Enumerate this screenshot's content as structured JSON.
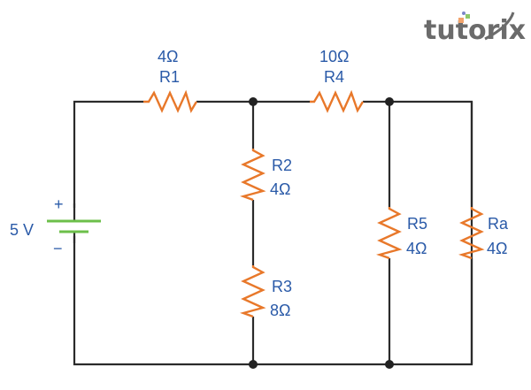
{
  "logo": {
    "text": "tutorix",
    "dot_colors": [
      "#f2a36b",
      "#8fc86a",
      "#7b86c8"
    ]
  },
  "colors": {
    "wire": "#2b2b2b",
    "resistor": "#e8782a",
    "battery": "#6cbf4a",
    "label": "#2a5aa8"
  },
  "source": {
    "label": "5 V",
    "plus": "+",
    "minus": "−"
  },
  "resistors": {
    "R1": {
      "name": "R1",
      "value": "4Ω"
    },
    "R4": {
      "name": "R4",
      "value": "10Ω"
    },
    "R2": {
      "name": "R2",
      "value": "4Ω"
    },
    "R3": {
      "name": "R3",
      "value": "8Ω"
    },
    "R5": {
      "name": "R5",
      "value": "4Ω"
    },
    "Ra": {
      "name": "Ra",
      "value": "4Ω"
    }
  }
}
